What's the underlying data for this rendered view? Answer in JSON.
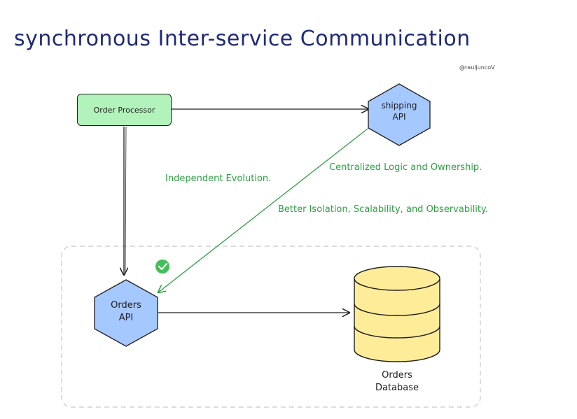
{
  "title": "synchronous Inter-service Communication",
  "handle": "@rauljuncoV",
  "nodes": {
    "order_processor": "Order Processor",
    "shipping_api": {
      "line1": "shipping",
      "line2": "API"
    },
    "orders_api": {
      "line1": "Orders",
      "line2": "API"
    },
    "orders_db": {
      "line1": "Orders",
      "line2": "Database"
    }
  },
  "notes": {
    "independent": "Independent Evolution.",
    "centralized": "Centralized Logic and Ownership.",
    "isolation": "Better Isolation, Scalability, and Observability."
  },
  "colors": {
    "title": "#1e2a78",
    "green_box": "#b2f2bb",
    "hexagon": "#a5c8ff",
    "database": "#ffec99",
    "note_green": "#2f9e44",
    "check": "#40c057"
  },
  "icons": [
    "check-circle-icon"
  ]
}
